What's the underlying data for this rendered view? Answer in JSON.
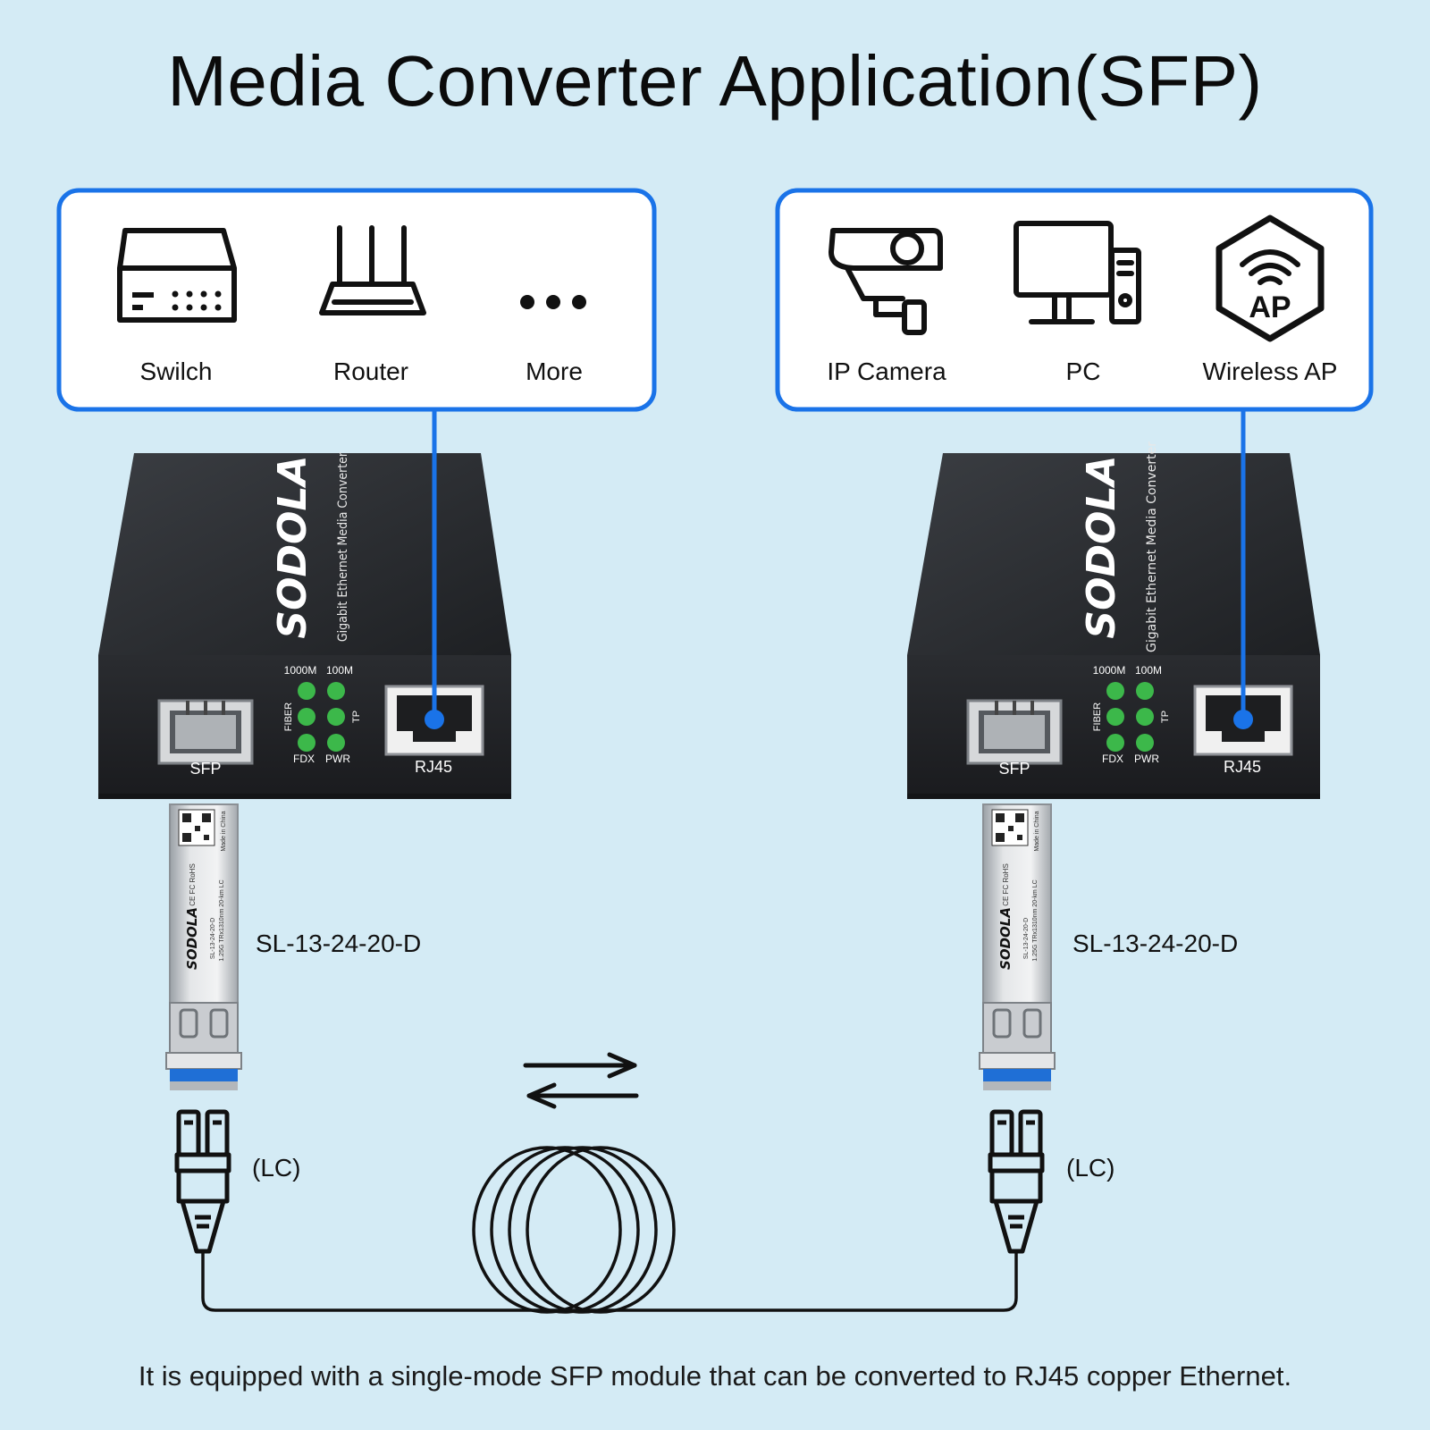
{
  "title": "Media Converter Application(SFP)",
  "caption": "It is equipped with a single-mode SFP module that can be converted to RJ45 copper Ethernet.",
  "colors": {
    "background": "#d4ebf5",
    "accent": "#1a73e8",
    "device": "#2b2d30",
    "led": "#3cb84a"
  },
  "left_group": {
    "devices": [
      {
        "label": "Swilch",
        "icon": "switch-icon"
      },
      {
        "label": "Router",
        "icon": "router-icon"
      },
      {
        "label": "More",
        "icon": "more-dots-icon"
      }
    ]
  },
  "right_group": {
    "devices": [
      {
        "label": "IP Camera",
        "icon": "ip-camera-icon"
      },
      {
        "label": "PC",
        "icon": "pc-icon"
      },
      {
        "label": "Wireless AP",
        "icon": "wireless-ap-icon"
      }
    ]
  },
  "converter": {
    "brand": "SODOLA",
    "subtitle": "Gigabit Ethernet Media Converter",
    "led_labels": {
      "speed_1000": "1000M",
      "speed_100": "100M",
      "fiber": "FIBER",
      "tp": "TP",
      "fdx": "FDX",
      "pwr": "PWR"
    },
    "sfp_port_label": "SFP",
    "rj45_port_label": "RJ45"
  },
  "sfp_module": {
    "model": "SL-13-24-20-D",
    "brand": "SODOLA",
    "spec": "1.25G TRx1310nm 20-km LC",
    "marks": "CE FC RoHS",
    "origin": "Made in China"
  },
  "connector_label": "(LC)"
}
